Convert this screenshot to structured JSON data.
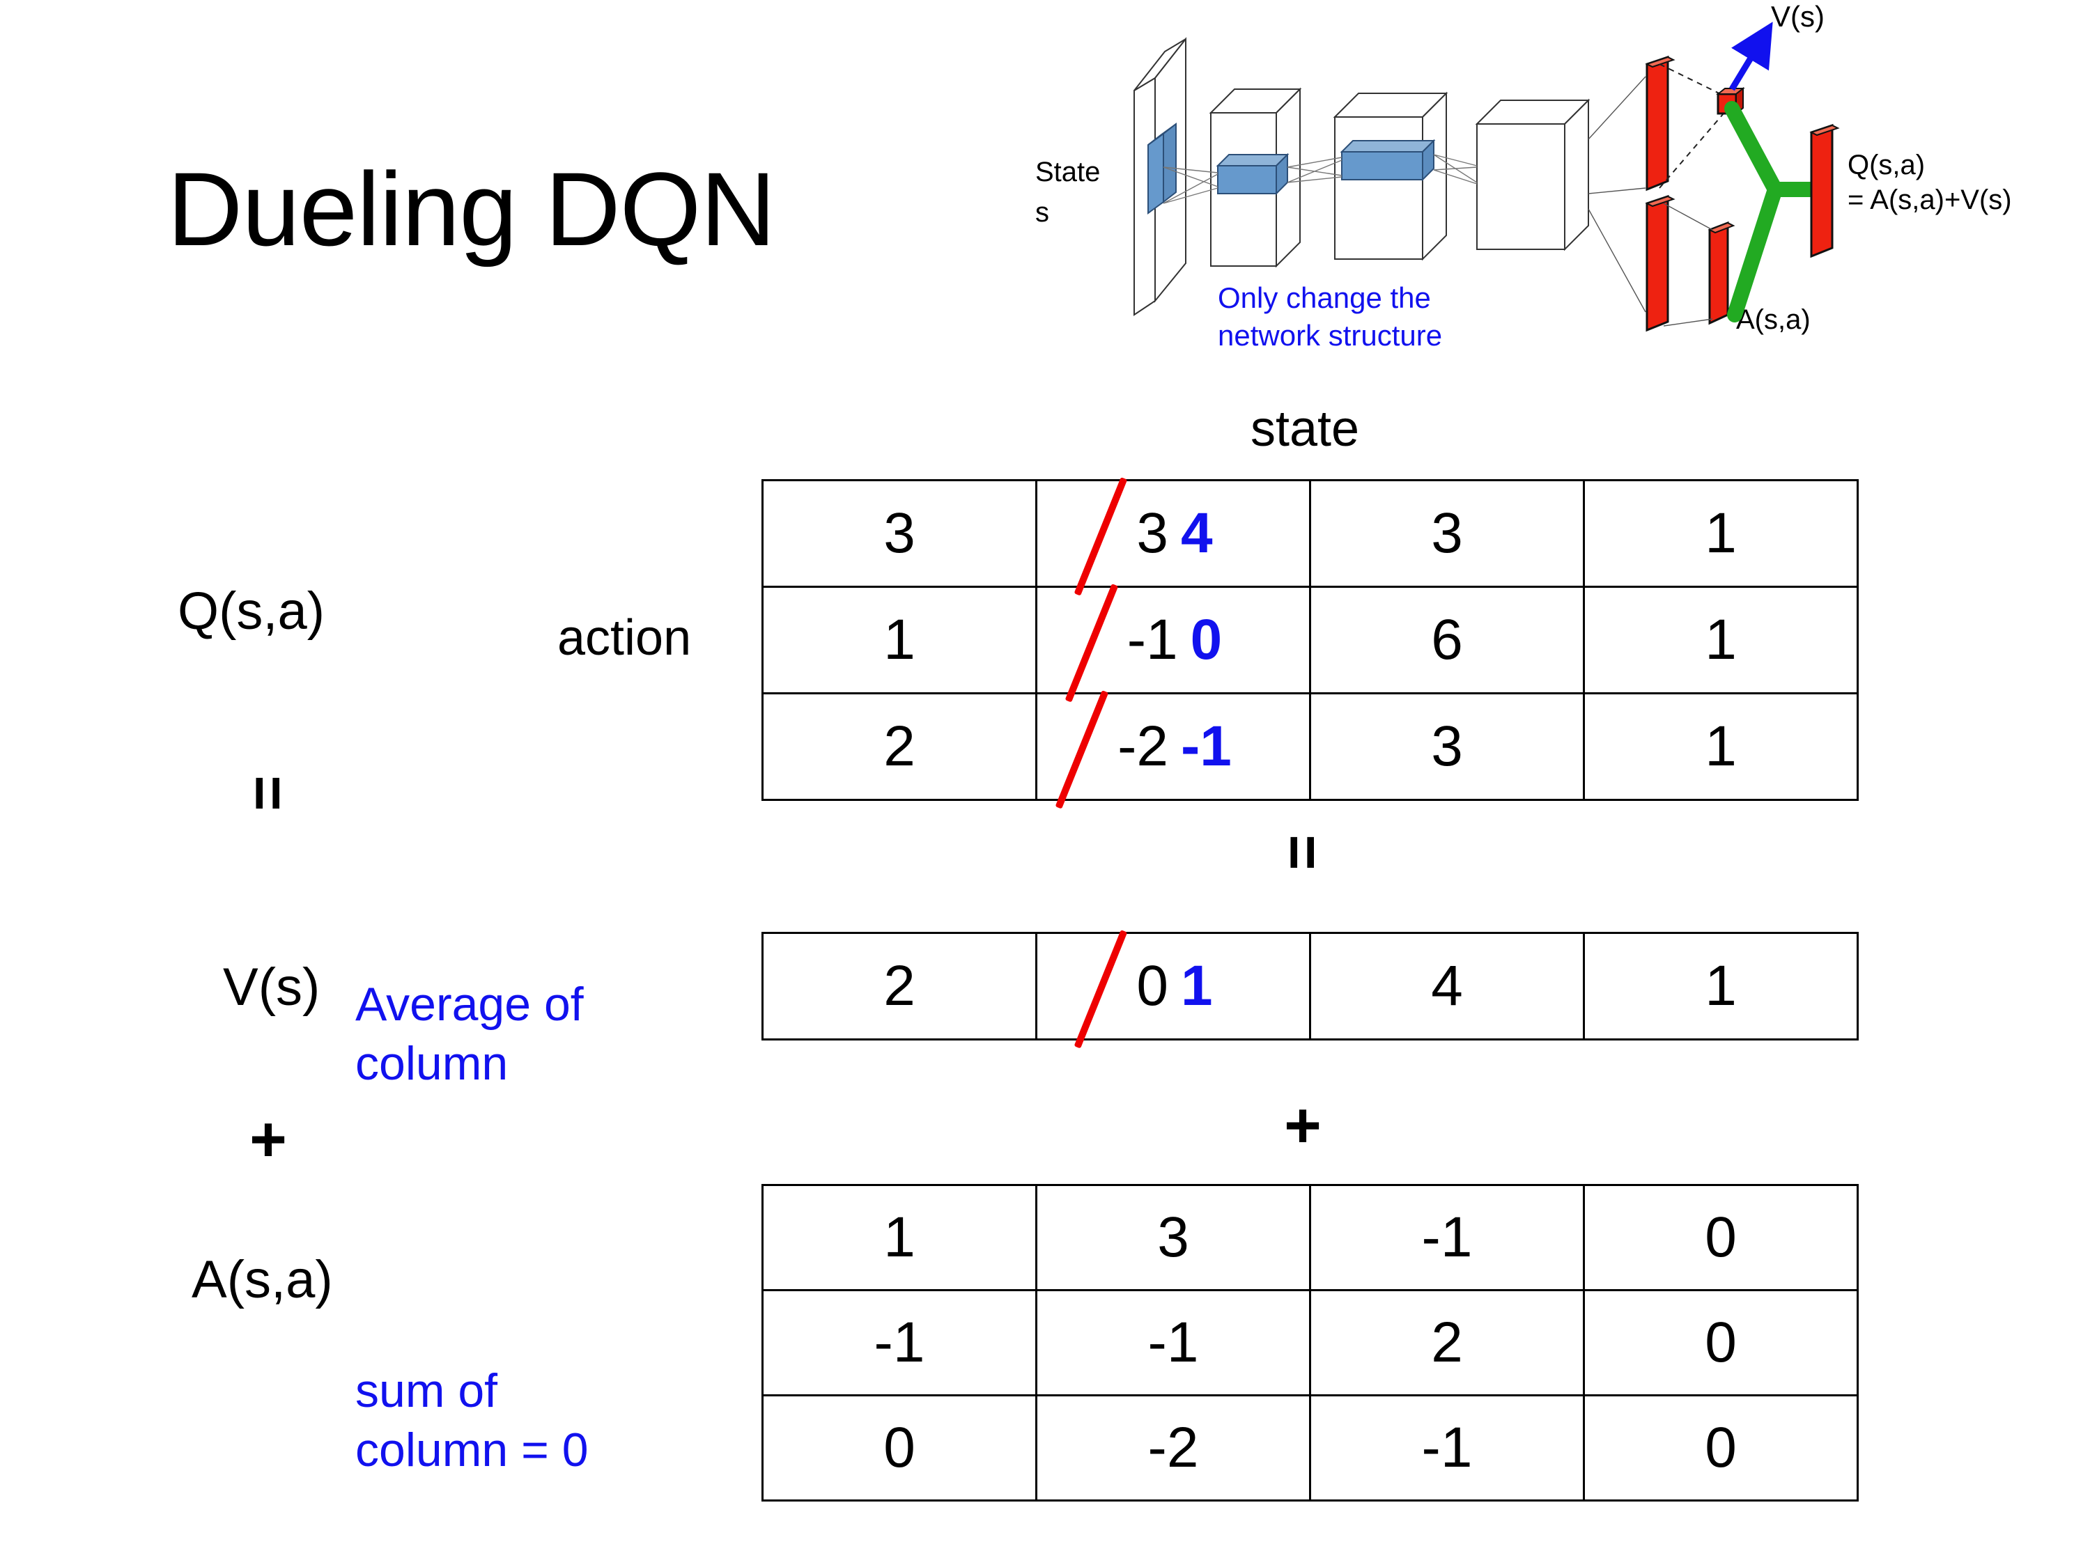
{
  "slide": {
    "title": "Dueling DQN",
    "background": "#ffffff"
  },
  "colors": {
    "text": "#000000",
    "annotation_blue": "#1111ee",
    "strike_red": "#ee0000",
    "bar_red": "#ee2211",
    "merge_green": "#22aa22",
    "filter_blue": "#6699cc",
    "arrow_blue": "#1111ee"
  },
  "diagram": {
    "state_label": "State",
    "state_sublabel": "s",
    "note_line1": "Only change the",
    "note_line2": "network structure",
    "value_label": "V(s)",
    "advantage_label": "A(s,a)",
    "q_label_line1": "Q(s,a)",
    "q_label_line2": "= A(s,a)+V(s)"
  },
  "labels": {
    "q_label": "Q(s,a)",
    "v_label": "V(s)",
    "a_label": "A(s,a)",
    "action_axis": "action",
    "state_axis": "state",
    "avg_note_line1": "Average of",
    "avg_note_line2": "column",
    "sum_note_line1": "sum of",
    "sum_note_line2": "column = 0"
  },
  "operators": {
    "equals": "=",
    "plus": "+",
    "eq_left": "=",
    "eq_center": "=",
    "plus_left": "+",
    "plus_center": "+"
  },
  "chart_data": {
    "type": "table",
    "title": "Dueling DQN — Q(s,a) = V(s) + A(s,a)",
    "xlabel": "state",
    "ylabel": "action",
    "tables": [
      {
        "name": "Q(s,a)",
        "rows": 3,
        "cols": 4,
        "values": [
          [
            3,
            3,
            3,
            1
          ],
          [
            1,
            -1,
            6,
            1
          ],
          [
            2,
            -2,
            3,
            1
          ]
        ],
        "edits": [
          {
            "row": 0,
            "col": 1,
            "old": "3",
            "new": "4"
          },
          {
            "row": 1,
            "col": 1,
            "old": "-1",
            "new": "0"
          },
          {
            "row": 2,
            "col": 1,
            "old": "-2",
            "new": "-1"
          }
        ]
      },
      {
        "name": "V(s)",
        "rows": 1,
        "cols": 4,
        "values": [
          [
            2,
            0,
            4,
            1
          ]
        ],
        "edits": [
          {
            "row": 0,
            "col": 1,
            "old": "0",
            "new": "1"
          }
        ]
      },
      {
        "name": "A(s,a)",
        "rows": 3,
        "cols": 4,
        "values": [
          [
            1,
            3,
            -1,
            0
          ],
          [
            -1,
            -1,
            2,
            0
          ],
          [
            0,
            -2,
            -1,
            0
          ]
        ],
        "edits": []
      }
    ]
  },
  "tables": {
    "q": {
      "r0": {
        "c0": "3",
        "c1_old": "3",
        "c1_new": "4",
        "c2": "3",
        "c3": "1"
      },
      "r1": {
        "c0": "1",
        "c1_old": "-1",
        "c1_new": "0",
        "c2": "6",
        "c3": "1"
      },
      "r2": {
        "c0": "2",
        "c1_old": "-2",
        "c1_new": "-1",
        "c2": "3",
        "c3": "1"
      }
    },
    "v": {
      "r0": {
        "c0": "2",
        "c1_old": "0",
        "c1_new": "1",
        "c2": "4",
        "c3": "1"
      }
    },
    "a": {
      "r0": {
        "c0": "1",
        "c1": "3",
        "c2": "-1",
        "c3": "0"
      },
      "r1": {
        "c0": "-1",
        "c1": "-1",
        "c2": "2",
        "c3": "0"
      },
      "r2": {
        "c0": "0",
        "c1": "-2",
        "c2": "-1",
        "c3": "0"
      }
    }
  }
}
